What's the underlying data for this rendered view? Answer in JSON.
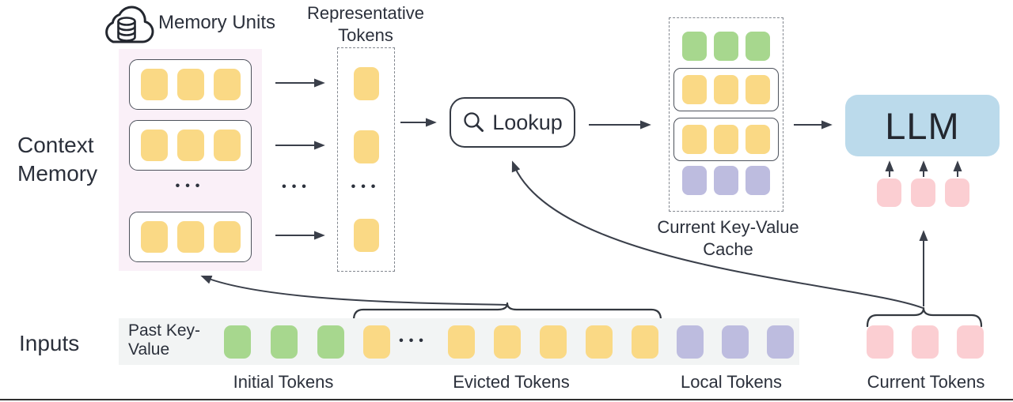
{
  "labels": {
    "memory_units": "Memory Units",
    "representative_tokens": "Representative Tokens",
    "context_memory": "Context Memory",
    "lookup": "Lookup",
    "current_kv_cache": "Current Key-Value Cache",
    "llm": "LLM",
    "inputs": "Inputs",
    "past_key_value": "Past Key-Value",
    "initial_tokens": "Initial Tokens",
    "evicted_tokens": "Evicted Tokens",
    "local_tokens": "Local Tokens",
    "current_tokens": "Current Tokens",
    "ellipsis": "•••"
  },
  "colors": {
    "yellow": "#fad985",
    "green": "#a7d78e",
    "purple": "#bdbcdf",
    "pink": "#fbced2",
    "llm_blue": "#bbdaeb",
    "memory_panel_pink": "#faf0f8",
    "strip_gray": "#f2f4f4",
    "ink": "#2b303b"
  },
  "tokens": {
    "memory_row_1": [
      "yellow",
      "yellow",
      "yellow"
    ],
    "memory_row_2": [
      "yellow",
      "yellow",
      "yellow"
    ],
    "memory_row_3": [
      "yellow",
      "yellow",
      "yellow"
    ],
    "rep_top": [
      "yellow"
    ],
    "rep_mid": [
      "yellow"
    ],
    "rep_bottom": [
      "yellow"
    ],
    "cache_initial": [
      "green",
      "green",
      "green"
    ],
    "cache_mem_1": [
      "yellow",
      "yellow",
      "yellow"
    ],
    "cache_mem_2": [
      "yellow",
      "yellow",
      "yellow"
    ],
    "cache_local": [
      "purple",
      "purple",
      "purple"
    ],
    "llm_inputs": [
      "pink",
      "pink",
      "pink"
    ],
    "strip_initial": [
      "green",
      "green",
      "green"
    ],
    "strip_evicted_head": [
      "yellow"
    ],
    "strip_evicted_tail": [
      "yellow",
      "yellow",
      "yellow",
      "yellow",
      "yellow"
    ],
    "strip_local": [
      "purple",
      "purple",
      "purple"
    ],
    "strip_current": [
      "pink",
      "pink",
      "pink"
    ]
  }
}
